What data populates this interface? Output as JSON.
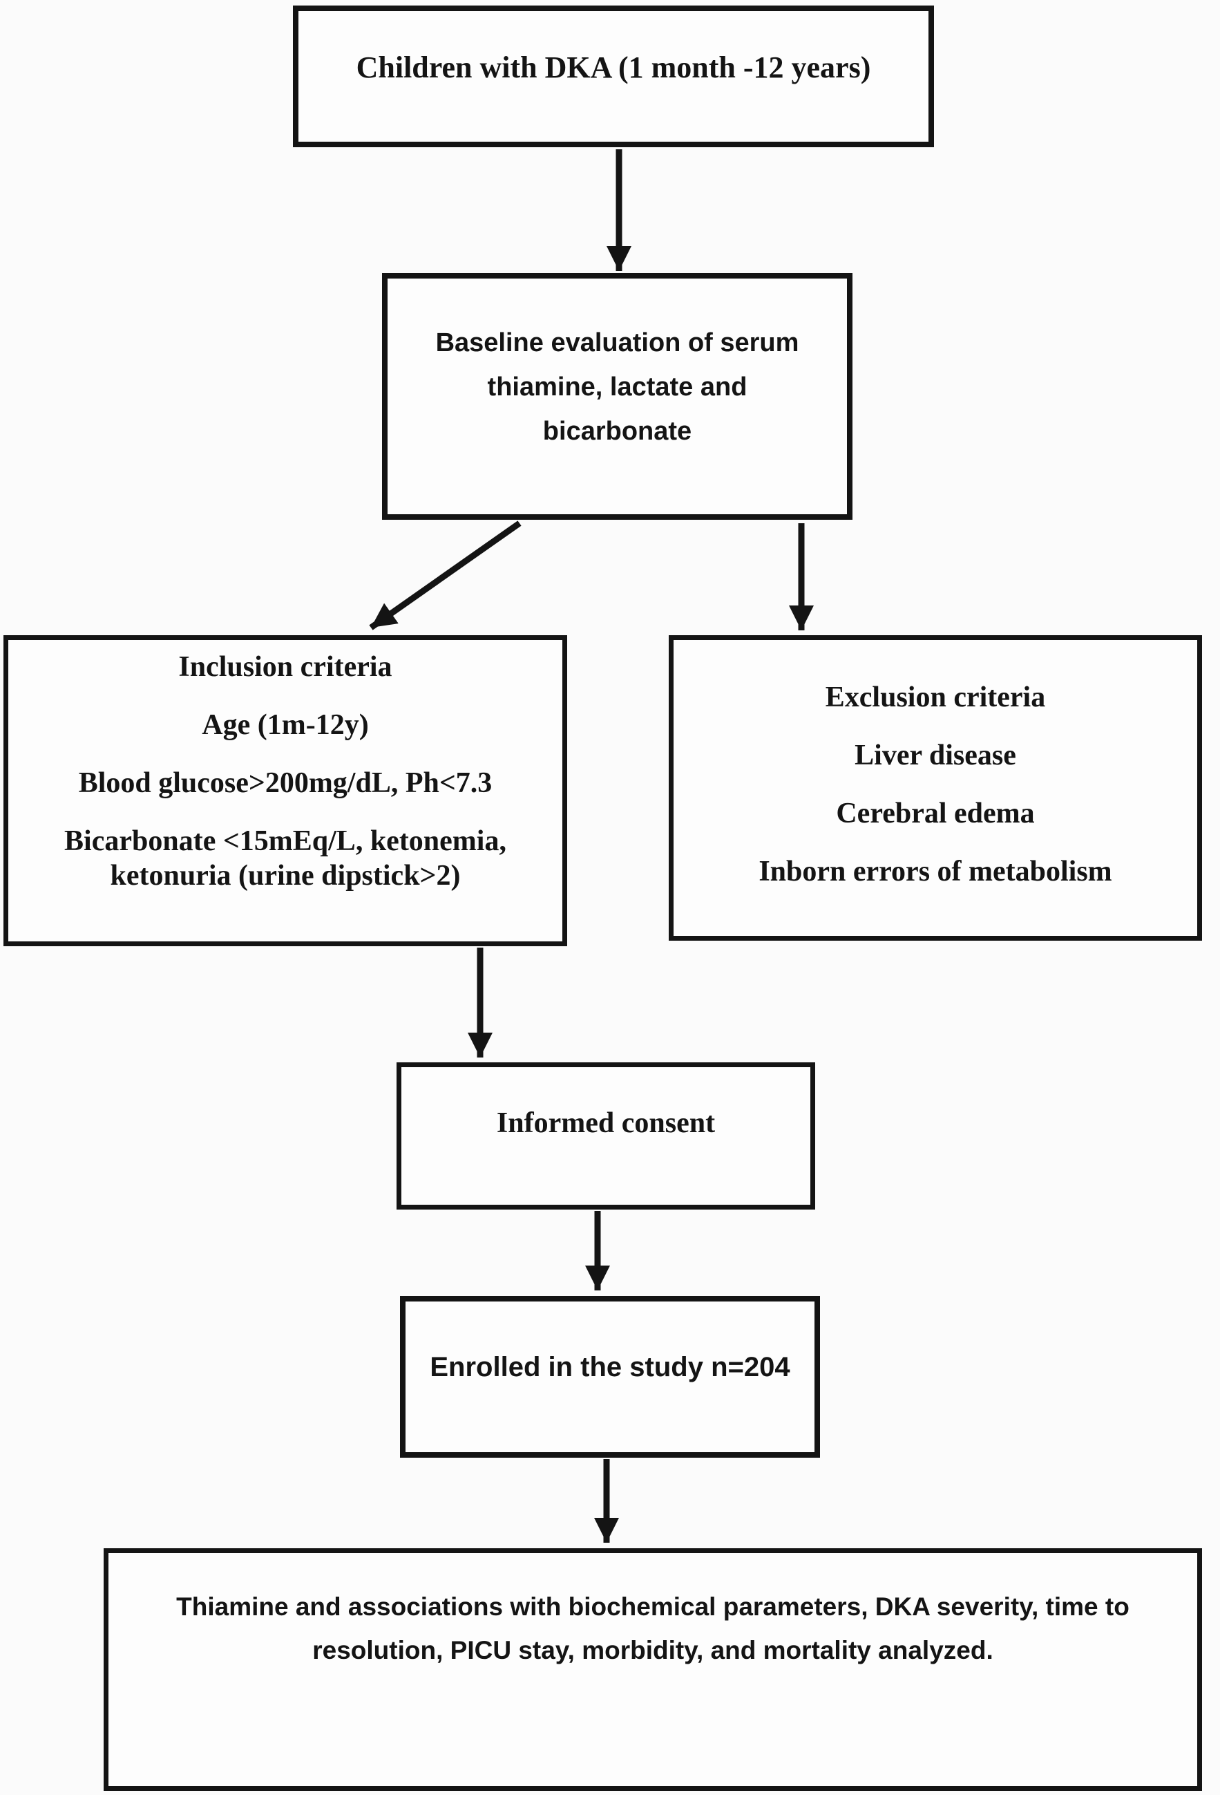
{
  "figure": {
    "colors": {
      "ink": "#141414",
      "paper": "#fbfbfb",
      "box_fill": "#fdfdfd"
    },
    "nodes": {
      "population": {
        "label": "Children with DKA (1 month -12 years)"
      },
      "baseline": {
        "lines": [
          "Baseline evaluation of serum",
          "thiamine, lactate and",
          "bicarbonate"
        ]
      },
      "inclusion": {
        "title": "Inclusion criteria",
        "items": [
          "Age (1m-12y)",
          "Blood glucose>200mg/dL, Ph<7.3",
          "Bicarbonate <15mEq/L, ketonemia, ketonuria (urine dipstick>2)"
        ]
      },
      "exclusion": {
        "title": "Exclusion criteria",
        "items": [
          "Liver disease",
          "Cerebral edema",
          "Inborn errors of metabolism"
        ]
      },
      "consent": {
        "label": "Informed consent"
      },
      "enrolled": {
        "label": "Enrolled in the study n=204"
      },
      "analysis": {
        "label": "Thiamine and associations with biochemical parameters, DKA severity, time to resolution, PICU stay, morbidity, and mortality analyzed."
      }
    },
    "edges": [
      {
        "from": "population",
        "to": "baseline"
      },
      {
        "from": "baseline",
        "to": "inclusion"
      },
      {
        "from": "baseline",
        "to": "exclusion"
      },
      {
        "from": "inclusion",
        "to": "consent"
      },
      {
        "from": "consent",
        "to": "enrolled"
      },
      {
        "from": "enrolled",
        "to": "analysis"
      }
    ]
  }
}
